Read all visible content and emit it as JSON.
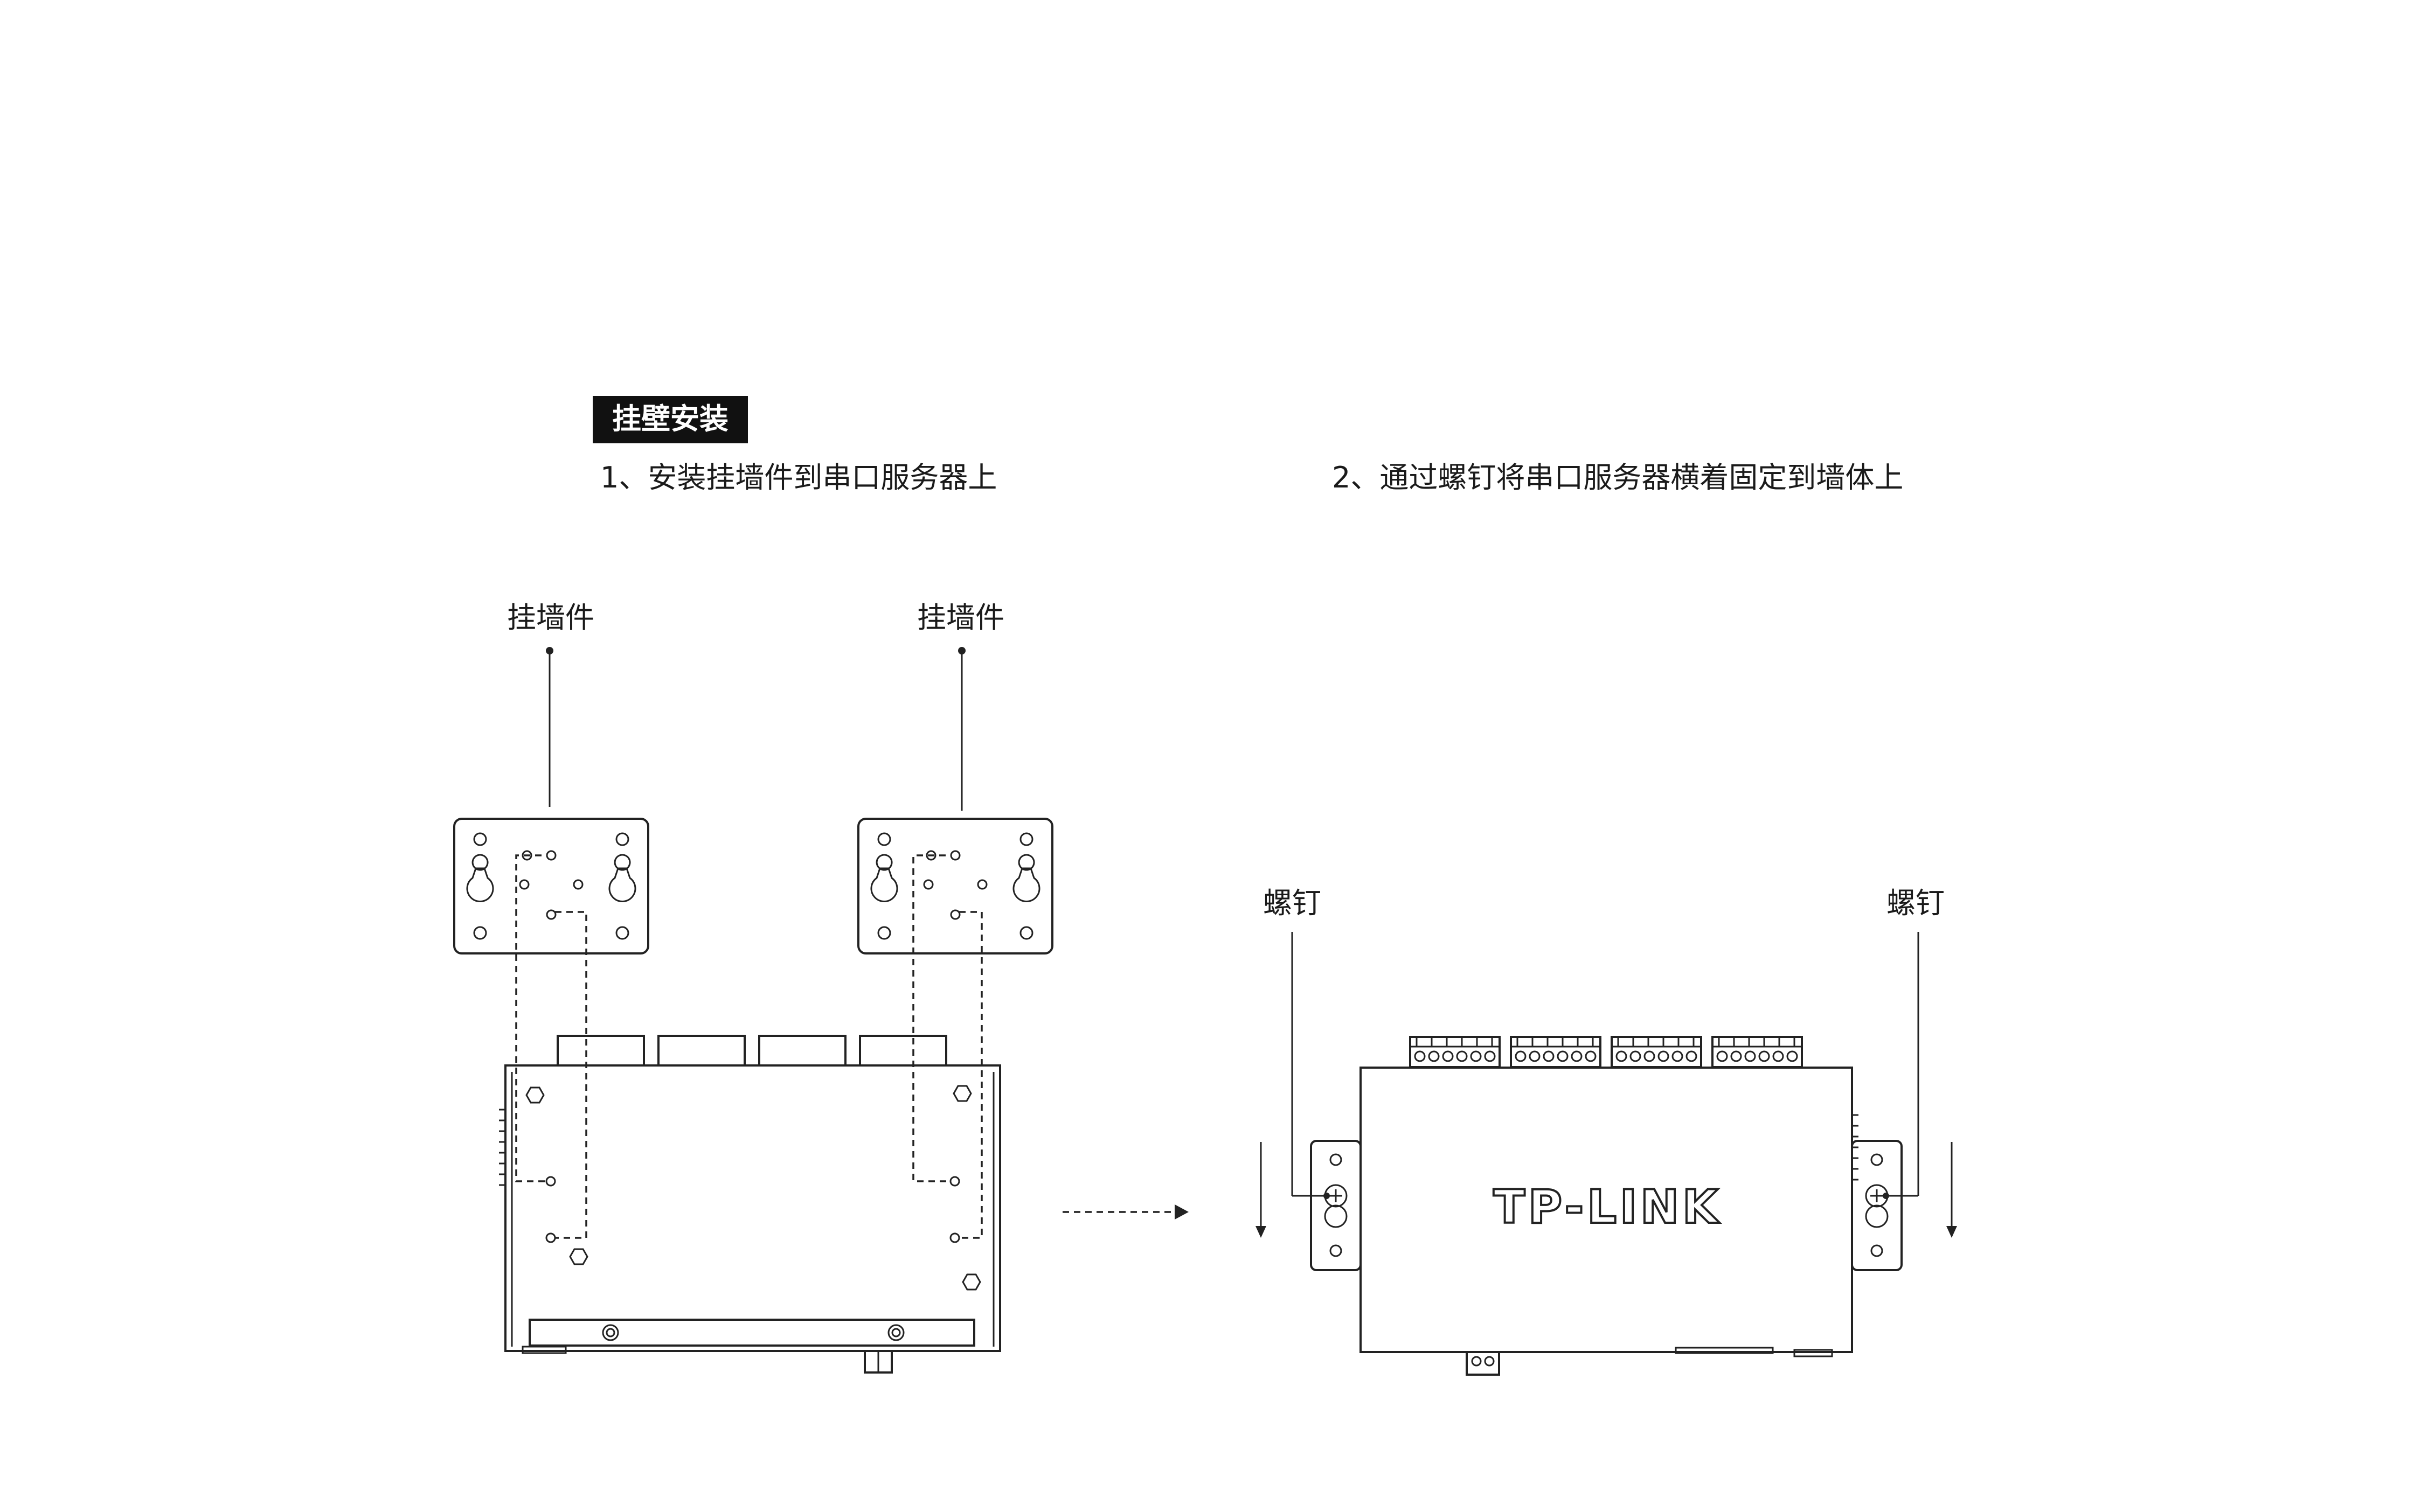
{
  "header": {
    "section_badge": "挂壁安装",
    "step1": "1、安装挂墙件到串口服务器上",
    "step2": "2、通过螺钉将串口服务器横着固定到墙体上"
  },
  "labels": {
    "bracket_left": "挂墙件",
    "bracket_right": "挂墙件",
    "screw_left": "螺钉",
    "screw_right": "螺钉"
  },
  "device": {
    "brand_logo": "TP-LINK"
  },
  "icons": {
    "arrow": "dashed-right-arrow",
    "screw": "screw-icon",
    "down_arrow": "down-arrow-icon"
  },
  "colors": {
    "badge_bg": "#111111",
    "badge_text": "#ffffff",
    "line": "#222222"
  }
}
